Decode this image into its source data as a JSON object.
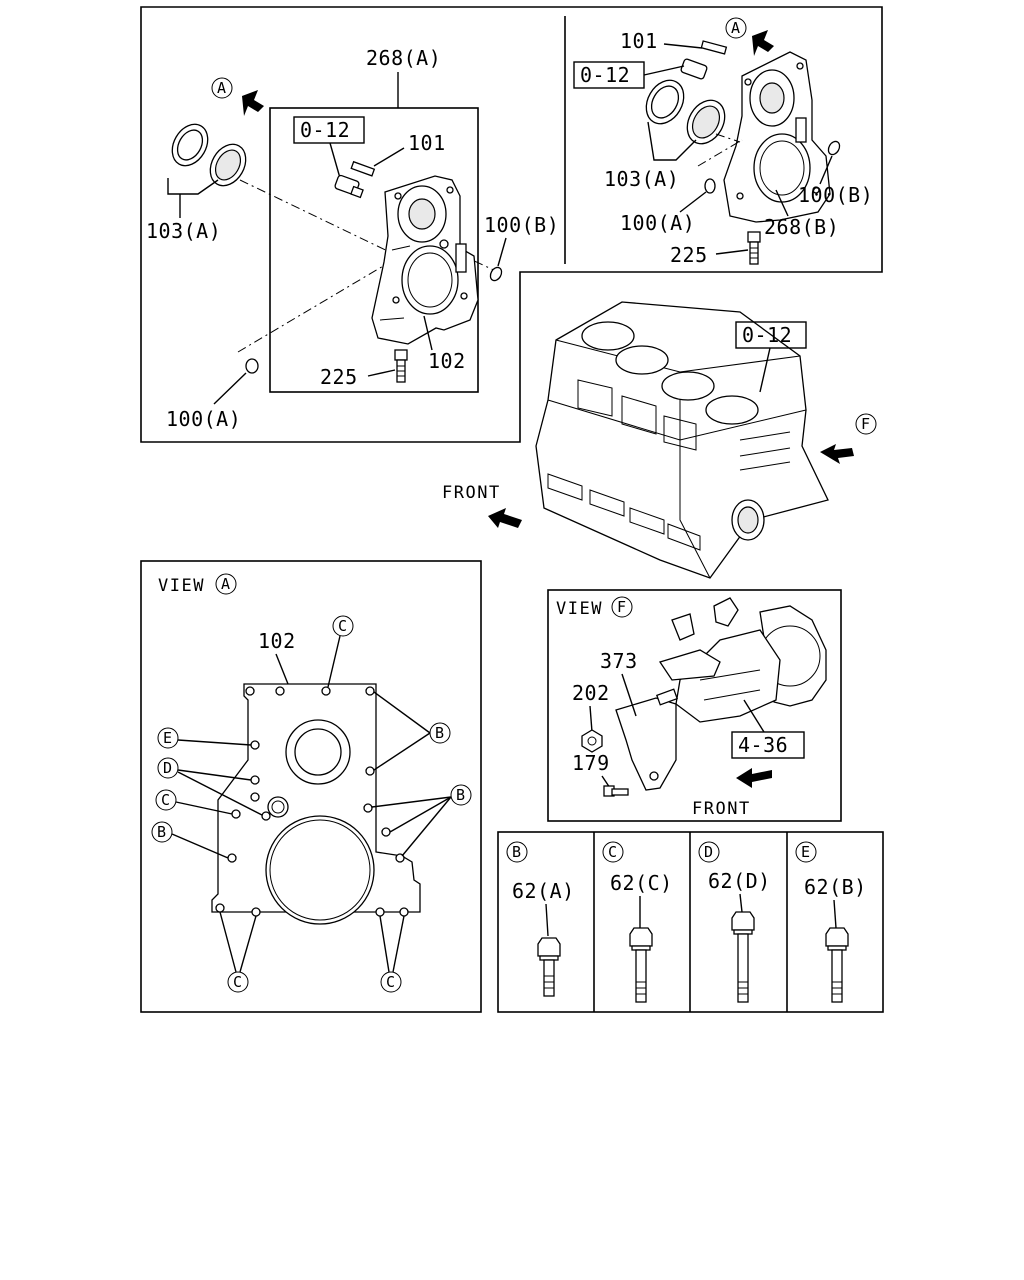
{
  "labels": {
    "p268a": "268(A)",
    "p012_a": "0-12",
    "p101_a": "101",
    "p103a_a": "103(A)",
    "p100b_a": "100(B)",
    "p102_a": "102",
    "p225_a": "225",
    "p100a_a": "100(A)",
    "p101_b": "101",
    "p012_b": "0-12",
    "p103a_b": "103(A)",
    "p100b_b": "100(B)",
    "p100a_b": "100(A)",
    "p268b": "268(B)",
    "p225_b": "225",
    "p012_c": "0-12",
    "front1": "FRONT",
    "viewA": "VIEW",
    "p102_v": "102",
    "viewF": "VIEW",
    "p373": "373",
    "p202": "202",
    "p179": "179",
    "p436": "4-36",
    "front2": "FRONT",
    "bolt_b": "62(A)",
    "bolt_c": "62(C)",
    "bolt_d": "62(D)",
    "bolt_e": "62(B)"
  },
  "markers": {
    "A": "A",
    "B": "B",
    "C": "C",
    "D": "D",
    "E": "E",
    "F": "F"
  }
}
